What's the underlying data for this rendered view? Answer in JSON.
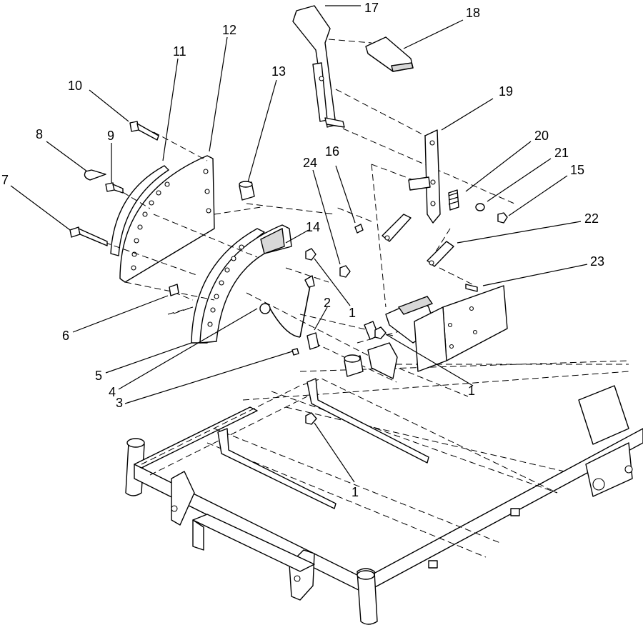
{
  "callouts": [
    {
      "label": "17",
      "name": "callout-17"
    },
    {
      "label": "18",
      "name": "callout-18"
    },
    {
      "label": "12",
      "name": "callout-12"
    },
    {
      "label": "11",
      "name": "callout-11"
    },
    {
      "label": "13",
      "name": "callout-13"
    },
    {
      "label": "10",
      "name": "callout-10"
    },
    {
      "label": "19",
      "name": "callout-19"
    },
    {
      "label": "20",
      "name": "callout-20"
    },
    {
      "label": "21",
      "name": "callout-21"
    },
    {
      "label": "15",
      "name": "callout-15"
    },
    {
      "label": "8",
      "name": "callout-8"
    },
    {
      "label": "9",
      "name": "callout-9"
    },
    {
      "label": "24",
      "name": "callout-24"
    },
    {
      "label": "16",
      "name": "callout-16"
    },
    {
      "label": "7",
      "name": "callout-7"
    },
    {
      "label": "22",
      "name": "callout-22"
    },
    {
      "label": "14",
      "name": "callout-14"
    },
    {
      "label": "23",
      "name": "callout-23"
    },
    {
      "label": "2",
      "name": "callout-2"
    },
    {
      "label": "1",
      "name": "callout-1-upper"
    },
    {
      "label": "6",
      "name": "callout-6"
    },
    {
      "label": "5",
      "name": "callout-5"
    },
    {
      "label": "1",
      "name": "callout-1-right"
    },
    {
      "label": "4",
      "name": "callout-4"
    },
    {
      "label": "3",
      "name": "callout-3"
    },
    {
      "label": "1",
      "name": "callout-1-lower"
    }
  ]
}
